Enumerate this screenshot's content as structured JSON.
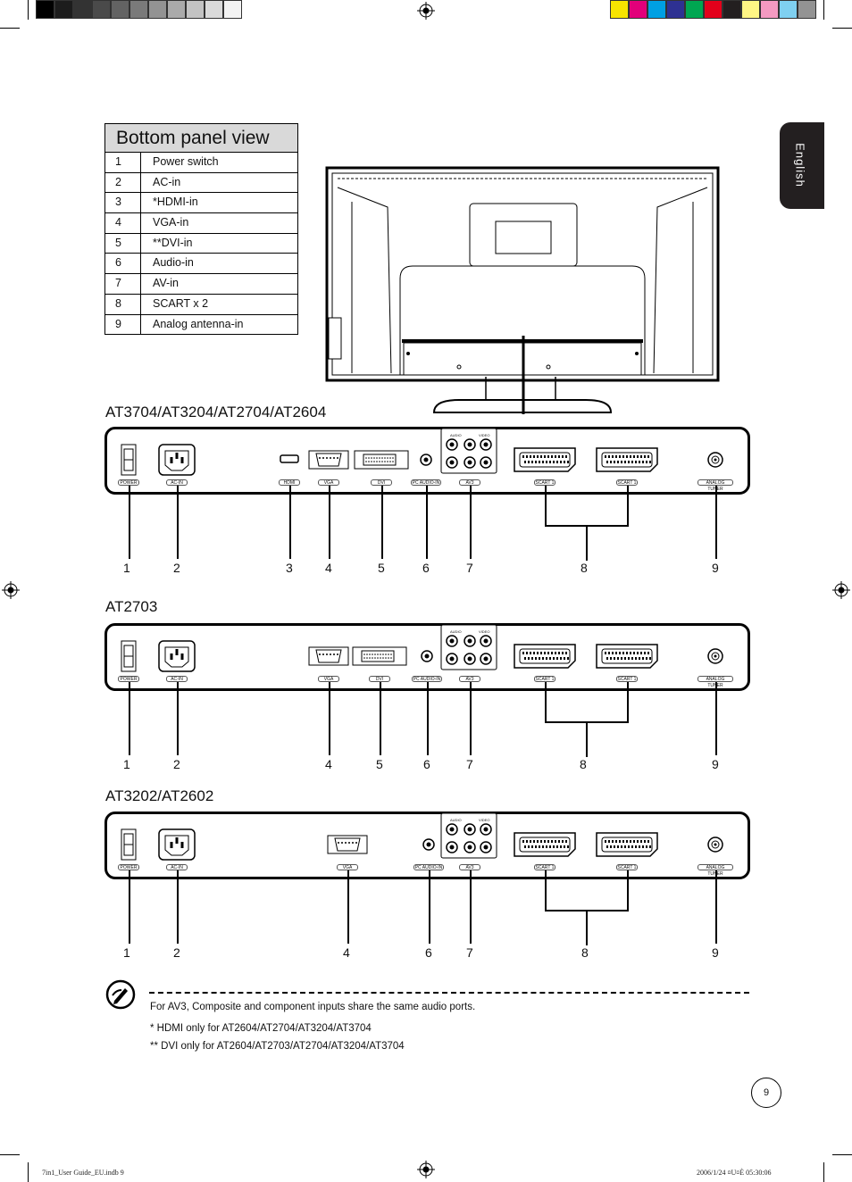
{
  "color_bar": {
    "grays": [
      "#000000",
      "#1c1c1c",
      "#333333",
      "#4a4a4a",
      "#636363",
      "#7a7a7a",
      "#939393",
      "#aaaaaa",
      "#c3c3c3",
      "#dadada",
      "#f3f3f3"
    ],
    "colors": [
      "#f7e400",
      "#e2007a",
      "#00a0e3",
      "#2e3192",
      "#00a651",
      "#e3001b",
      "#231f20",
      "#fff685",
      "#f49ac1",
      "#7fd0f0",
      "#939393"
    ]
  },
  "table": {
    "title": "Bottom panel view",
    "rows": [
      {
        "num": "1",
        "label": "Power switch"
      },
      {
        "num": "2",
        "label": "AC-in"
      },
      {
        "num": "3",
        "label": "*HDMI-in"
      },
      {
        "num": "4",
        "label": "VGA-in"
      },
      {
        "num": "5",
        "label": "**DVI-in"
      },
      {
        "num": "6",
        "label": "Audio-in"
      },
      {
        "num": "7",
        "label": "AV-in"
      },
      {
        "num": "8",
        "label": "SCART x 2"
      },
      {
        "num": "9",
        "label": "Analog antenna-in"
      }
    ]
  },
  "language_tab": "English",
  "panel_labels": {
    "power": "POWER",
    "acin": "AC-IN",
    "hdmi": "HDMI",
    "vga": "VGA",
    "dvi": "DVI",
    "pcaudio": "PC AUDIO-IN",
    "av3": "AV3",
    "scart1a": "SCART 1",
    "scart1b": "SCART 1",
    "tuner": "ANALOG TUNER",
    "audio": "AUDIO",
    "video": "VIDEO"
  },
  "models": [
    {
      "title": "AT3704/AT3204/AT2704/AT2604",
      "nums": [
        "1",
        "2",
        "3",
        "4",
        "5",
        "6",
        "7",
        "8",
        "9"
      ]
    },
    {
      "title": "AT2703",
      "nums": [
        "1",
        "2",
        "4",
        "5",
        "6",
        "7",
        "8",
        "9"
      ]
    },
    {
      "title": "AT3202/AT2602",
      "nums": [
        "1",
        "2",
        "4",
        "6",
        "7",
        "8",
        "9"
      ]
    }
  ],
  "notes": {
    "line1": "For AV3, Composite and component inputs share the same audio ports.",
    "line2": "*  HDMI only for AT2604/AT2704/AT3204/AT3704",
    "line3": "** DVI only for AT2604/AT2703/AT2704/AT3204/AT3704"
  },
  "page_number": "9",
  "footer": {
    "left": "7in1_User Guide_EU.indb   9",
    "right": "2006/1/24   ¤U¤È 05:30:06"
  },
  "icons": [
    "registration-mark-icon",
    "note-pen-icon"
  ]
}
